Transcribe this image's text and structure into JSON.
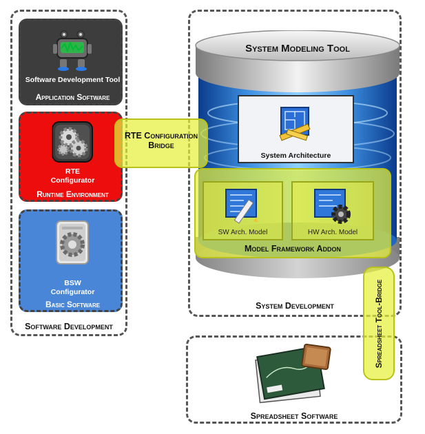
{
  "left_group": {
    "title": "Software Development",
    "app_tile": {
      "tool_label": "Software Development Tool",
      "title": "Application Software",
      "color": "#3d3d3d",
      "icon": "robot-icon"
    },
    "rte_tile": {
      "tool_label_1": "RTE",
      "tool_label_2": "Configurator",
      "title": "Runtime Environment",
      "color": "#ee0d0d",
      "icon": "gears-icon"
    },
    "bsw_tile": {
      "tool_label_1": "BSW",
      "tool_label_2": "Configurator",
      "title": "Basic Software",
      "color": "#4a86d8",
      "icon": "gear-box-icon"
    }
  },
  "rte_bridge": {
    "line1": "RTE Configuration",
    "line2": "Bridge"
  },
  "system_tool": {
    "title": "System Modeling Tool",
    "architecture_label": "System Architecture",
    "sw_model_label": "SW Arch. Model",
    "hw_model_label": "HW Arch. Model",
    "addon_label": "Model Framework Addon",
    "group_label": "System Development"
  },
  "spreadsheet_bridge": {
    "label": "Spreadsheet Tool-Bridge"
  },
  "spreadsheet": {
    "label": "Spreadsheet Software",
    "icon": "spreadsheet-icon"
  },
  "colors": {
    "highlight": "#e6f03c",
    "drum": "#2f7fd6",
    "drum_cap": "#c9c9c9"
  }
}
